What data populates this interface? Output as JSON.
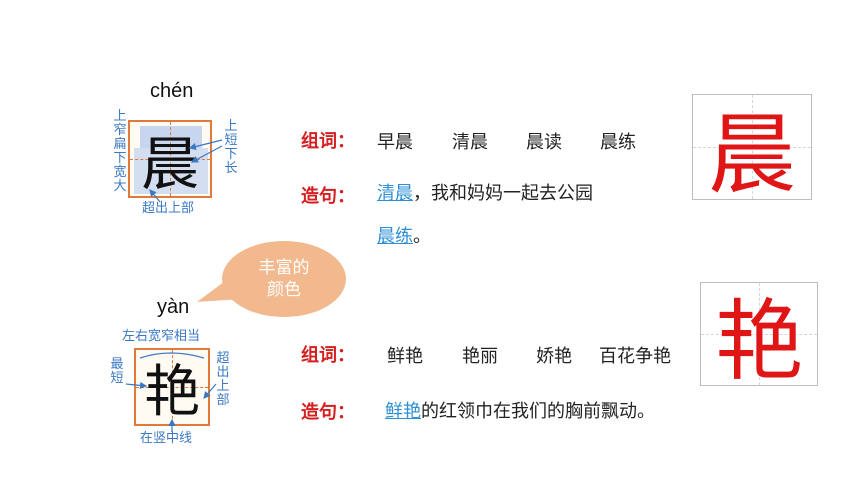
{
  "char1": {
    "pinyin": "chén",
    "character": "晨",
    "notes": {
      "left": "上窄扁下宽大",
      "right": "上短下长",
      "bottom": "超出上部"
    },
    "words_label": "组词：",
    "words": [
      "早晨",
      "清晨",
      "晨读",
      "晨练"
    ],
    "sentence_label": "造句：",
    "sentences": [
      {
        "key": "清晨",
        "rest": "，我和妈妈一起去公园"
      },
      {
        "key": "晨练",
        "rest": "。"
      }
    ],
    "big_character": "晨"
  },
  "bubble": {
    "line1": "丰富的",
    "line2": "颜色"
  },
  "char2": {
    "pinyin": "yàn",
    "character": "艳",
    "notes": {
      "top": "左右宽窄相当",
      "left": "最短",
      "right": "超出上部",
      "bottom": "在竖中线"
    },
    "words_label": "组词：",
    "words": [
      "鲜艳",
      "艳丽",
      "娇艳",
      "百花争艳"
    ],
    "sentence_label": "造句：",
    "sentence": {
      "key": "鲜艳",
      "rest": "的红领巾在我们的胸前飘动。"
    },
    "big_character": "艳"
  },
  "colors": {
    "label_red": "#d42020",
    "link_blue": "#2f8fd6",
    "note_blue": "#3a78c2",
    "grid_orange": "#e07a3a",
    "bubble": "#f2b98e",
    "big_char_red": "#e01515"
  }
}
